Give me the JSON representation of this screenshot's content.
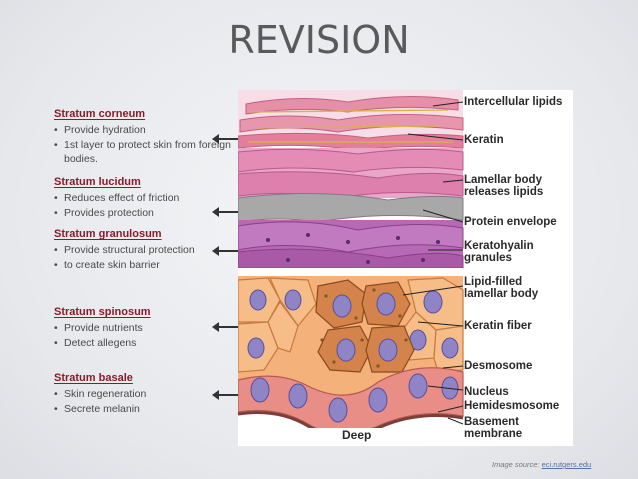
{
  "title": "REVISION",
  "layers": [
    {
      "name": "Stratum corneum",
      "bullets": [
        "Provide hydration",
        "1st layer to protect skin from foreign bodies."
      ]
    },
    {
      "name": "Stratum lucidum",
      "bullets": [
        "Reduces effect of friction",
        "Provides protection"
      ]
    },
    {
      "name": "Stratum granulosum",
      "bullets": [
        "Provide structural protection",
        "to create skin barrier"
      ]
    },
    {
      "name": "Stratum spinosum",
      "bullets": [
        "Provide nutrients",
        "Detect allegens"
      ]
    },
    {
      "name": "Stratum basale",
      "bullets": [
        "Skin regeneration",
        "Secrete melanin"
      ]
    }
  ],
  "diagram": {
    "labels": [
      "Intercellular lipids",
      "Keratin",
      "Lamellar body releases lipids",
      "Protein envelope",
      "Keratohyalin granules",
      "Lipid-filled lamellar body",
      "Keratin fiber",
      "Desmosome",
      "Nucleus",
      "Hemidesmosome",
      "Basement membrane"
    ],
    "deep_label": "Deep"
  },
  "source": {
    "prefix": "Image source: ",
    "link": "eci.rutgers.edu"
  }
}
